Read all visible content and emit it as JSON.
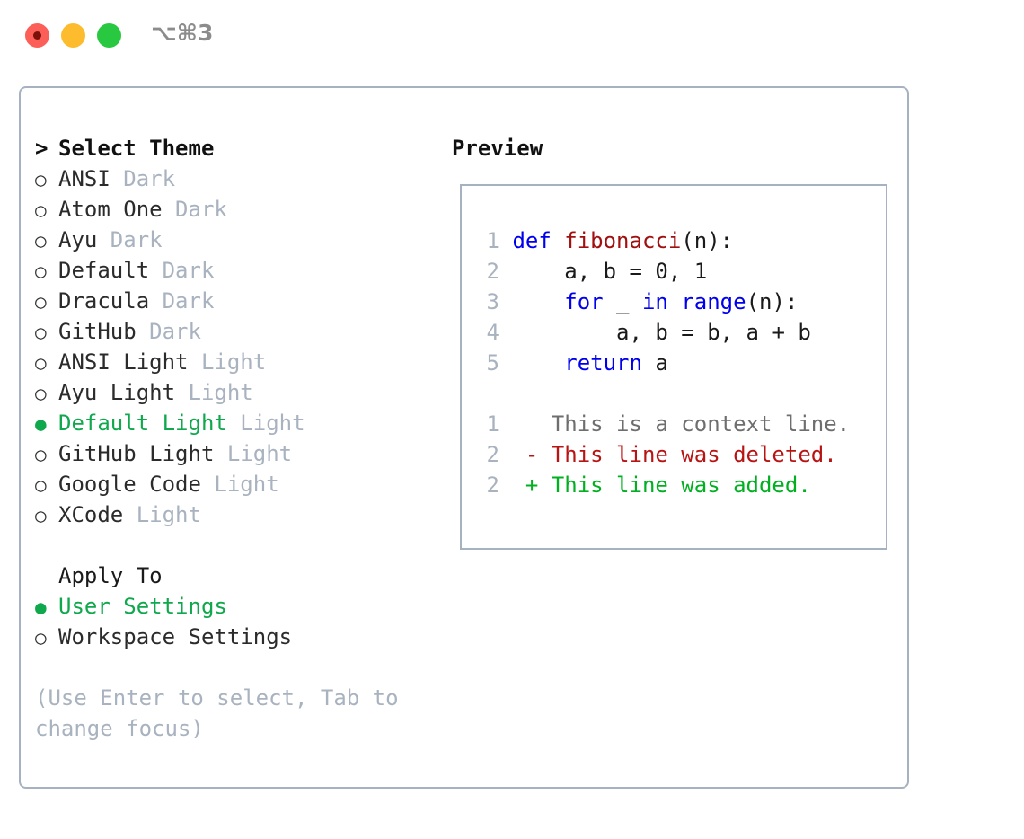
{
  "titlebar": {
    "shortcut": "⌥⌘3",
    "buttons": [
      {
        "name": "close",
        "color": "#FC5F57"
      },
      {
        "name": "minimize",
        "color": "#FDBC2E"
      },
      {
        "name": "maximize",
        "color": "#28C840"
      }
    ]
  },
  "colors": {
    "accent_green": "#0FA84C",
    "muted": "#A9B3C0",
    "border": "#A7B2C0",
    "keyword": "#0000EE",
    "function": "#A01010",
    "diff_added": "#00B020",
    "diff_deleted": "#B81414",
    "diff_context": "#6E6E6E"
  },
  "theme_list": {
    "heading_prefix": ">",
    "heading": "Select Theme",
    "items": [
      {
        "marker": "○",
        "label": "ANSI",
        "tag": "Dark",
        "selected": false
      },
      {
        "marker": "○",
        "label": "Atom One",
        "tag": "Dark",
        "selected": false
      },
      {
        "marker": "○",
        "label": "Ayu",
        "tag": "Dark",
        "selected": false
      },
      {
        "marker": "○",
        "label": "Default",
        "tag": "Dark",
        "selected": false
      },
      {
        "marker": "○",
        "label": "Dracula",
        "tag": "Dark",
        "selected": false
      },
      {
        "marker": "○",
        "label": "GitHub",
        "tag": "Dark",
        "selected": false
      },
      {
        "marker": "○",
        "label": "ANSI Light",
        "tag": "Light",
        "selected": false
      },
      {
        "marker": "○",
        "label": "Ayu Light",
        "tag": "Light",
        "selected": false
      },
      {
        "marker": "●",
        "label": "Default Light",
        "tag": "Light",
        "selected": true
      },
      {
        "marker": "○",
        "label": "GitHub Light",
        "tag": "Light",
        "selected": false
      },
      {
        "marker": "○",
        "label": "Google Code",
        "tag": "Light",
        "selected": false
      },
      {
        "marker": "○",
        "label": "XCode",
        "tag": "Light",
        "selected": false
      }
    ]
  },
  "apply_to": {
    "heading": "Apply To",
    "items": [
      {
        "marker": "●",
        "label": "User Settings",
        "selected": true
      },
      {
        "marker": "○",
        "label": "Workspace Settings",
        "selected": false
      }
    ]
  },
  "hint": "(Use Enter to select, Tab to change focus)",
  "preview": {
    "title": "Preview",
    "code_lines": [
      {
        "num": "1",
        "tokens": [
          {
            "t": "def ",
            "c": "kw"
          },
          {
            "t": "fibonacci",
            "c": "fn"
          },
          {
            "t": "(n):",
            "c": "pl"
          }
        ]
      },
      {
        "num": "2",
        "tokens": [
          {
            "t": "    a, b = 0, 1",
            "c": "pl"
          }
        ]
      },
      {
        "num": "3",
        "tokens": [
          {
            "t": "    ",
            "c": "pl"
          },
          {
            "t": "for",
            "c": "kw"
          },
          {
            "t": " _ ",
            "c": "pl"
          },
          {
            "t": "in range",
            "c": "kw"
          },
          {
            "t": "(n):",
            "c": "pl"
          }
        ]
      },
      {
        "num": "4",
        "tokens": [
          {
            "t": "        a, b = b, a + b",
            "c": "pl"
          }
        ]
      },
      {
        "num": "5",
        "tokens": [
          {
            "t": "    ",
            "c": "pl"
          },
          {
            "t": "return",
            "c": "kw"
          },
          {
            "t": " a",
            "c": "pl"
          }
        ]
      }
    ],
    "diff_lines": [
      {
        "num": "1",
        "sign": " ",
        "text": " This is a context line.",
        "kind": "diff-ctx"
      },
      {
        "num": "2",
        "sign": "-",
        "text": " This line was deleted.",
        "kind": "diff-del"
      },
      {
        "num": "2",
        "sign": "+",
        "text": " This line was added.",
        "kind": "diff-add"
      }
    ]
  }
}
